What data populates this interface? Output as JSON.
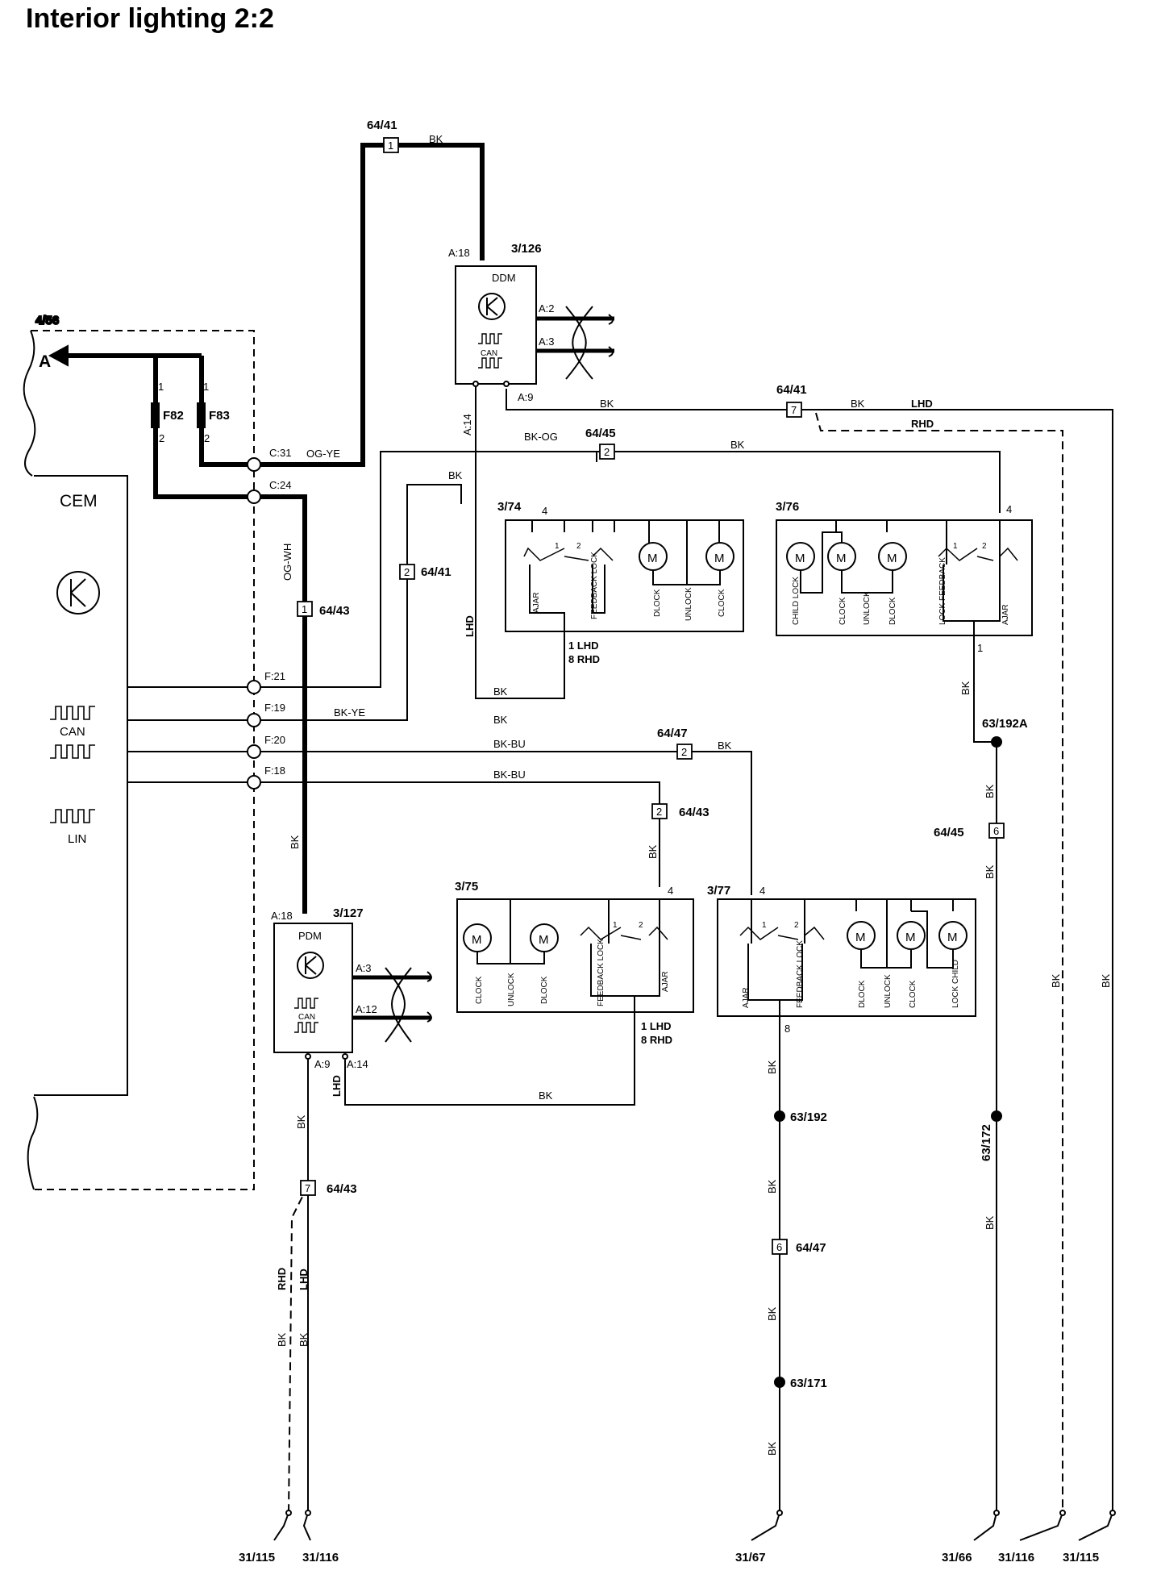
{
  "title": "Interior lighting 2:2",
  "cem": {
    "ref": "4/56",
    "name": "CEM",
    "arrow": "A",
    "fuses": [
      "F82",
      "F83"
    ],
    "fuse_pins": [
      "1",
      "2"
    ],
    "can_label": "CAN",
    "lin_label": "LIN",
    "pins": [
      "C:31",
      "C:24",
      "F:21",
      "F:19",
      "F:20",
      "F:18"
    ]
  },
  "ddm": {
    "ref": "3/126",
    "name": "DDM",
    "can": "CAN",
    "pins": [
      "A:18",
      "A:2",
      "A:3",
      "A:9",
      "A:14"
    ]
  },
  "pdm": {
    "ref": "3/127",
    "name": "PDM",
    "can": "CAN",
    "pins": [
      "A:18",
      "A:3",
      "A:12",
      "A:9",
      "A:14"
    ]
  },
  "connectors": [
    {
      "pin": "1",
      "ref": "64/41"
    },
    {
      "pin": "7",
      "ref": "64/41"
    },
    {
      "pin": "2",
      "ref": "64/45"
    },
    {
      "pin": "2",
      "ref": "64/41"
    },
    {
      "pin": "1",
      "ref": "64/43"
    },
    {
      "pin": "2",
      "ref": "64/47"
    },
    {
      "pin": "2",
      "ref": "64/43"
    },
    {
      "pin": "6",
      "ref": "64/45"
    },
    {
      "pin": "7",
      "ref": "64/43"
    },
    {
      "pin": "6",
      "ref": "64/47"
    }
  ],
  "wires": {
    "bk": "BK",
    "og_ye": "OG-YE",
    "og_wh": "OG-WH",
    "bk_og": "BK-OG",
    "bk_ye": "BK-YE",
    "bk_bu": "BK-BU",
    "lhd": "LHD",
    "rhd": "RHD"
  },
  "locks": [
    {
      "ref": "3/74",
      "pin_top": "4",
      "pin_bottom_lhd": "1 LHD",
      "pin_bottom_rhd": "8 RHD",
      "labels": [
        "AJAR",
        "FEEDBACK LOCK",
        "DLOCK",
        "UNLOCK",
        "CLOCK"
      ]
    },
    {
      "ref": "3/76",
      "pin_top": "4",
      "pin_bottom": "1",
      "labels": [
        "CHILD LOCK",
        "CLOCK",
        "UNLOCK",
        "DLOCK",
        "LOCK FEEDBACK",
        "AJAR"
      ]
    },
    {
      "ref": "3/75",
      "pin_top": "4",
      "pin_bottom_lhd": "1 LHD",
      "pin_bottom_rhd": "8 RHD",
      "labels": [
        "CLOCK",
        "UNLOCK",
        "DLOCK",
        "FEEDBACK LOCK",
        "AJAR"
      ]
    },
    {
      "ref": "3/77",
      "pin_top": "4",
      "pin_bottom": "8",
      "labels": [
        "AJAR",
        "FEEDBACK LOCK",
        "DLOCK",
        "UNLOCK",
        "CLOCK",
        "LOCK CHILD"
      ]
    }
  ],
  "switch_pins": [
    "1",
    "2"
  ],
  "motor": "M",
  "splices": [
    "63/192A",
    "63/192",
    "63/171",
    "63/172"
  ],
  "grounds": [
    "31/115",
    "31/116",
    "31/67",
    "31/66",
    "31/116",
    "31/115"
  ]
}
